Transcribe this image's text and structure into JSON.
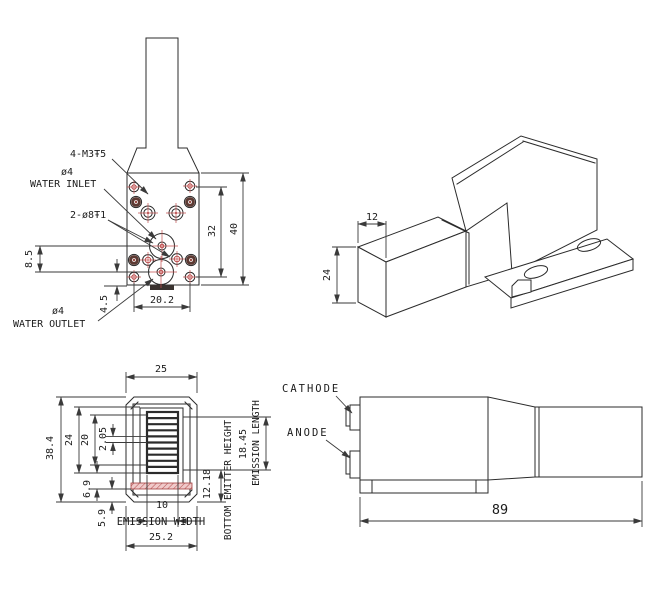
{
  "drawing_title": "water-cooled laser diode stack engineering drawing",
  "colors": {
    "line": "#2b2b2b",
    "accent_red": "#b23b3b",
    "hole_dark": "#5d3a33",
    "hatch_fill": "#f0caca",
    "background": "#ffffff"
  },
  "views": {
    "front": {
      "callouts": {
        "thread": "4-M3Ŧ5",
        "inlet_dia": "ø4",
        "inlet": "WATER INLET",
        "ports": "2-ø8Ŧ1",
        "outlet_dia": "ø4",
        "outlet": "WATER OUTLET"
      },
      "dims": {
        "hole_span_v": "32",
        "body_height": "40",
        "port_pitch": "8.5",
        "outlet_to_base": "4.5",
        "hole_span_h": "20.2"
      }
    },
    "iso": {
      "dims": {
        "nozzle_width": "12",
        "nozzle_height": "24"
      }
    },
    "emitter": {
      "dims": {
        "top_width": "25",
        "overall_height": "38.4",
        "window_height": "24",
        "array_height": "20",
        "bar_pitch": "2.05",
        "strip_gap": "6.9",
        "base_margin": "5.9",
        "emission_width_value": "10",
        "bottom_width": "25.2",
        "bottom_emitter_value": "12.18",
        "emission_length_value": "18.45"
      },
      "labels": {
        "emission_width": "EMISSION WIDTH",
        "bottom_emitter_height": "BOTTOM EMITTER HEIGHT",
        "emission_length": "EMISSION LENGTH"
      }
    },
    "side": {
      "labels": {
        "cathode": "CATHODE",
        "anode": "ANODE"
      },
      "dims": {
        "overall_length": "89"
      }
    }
  }
}
